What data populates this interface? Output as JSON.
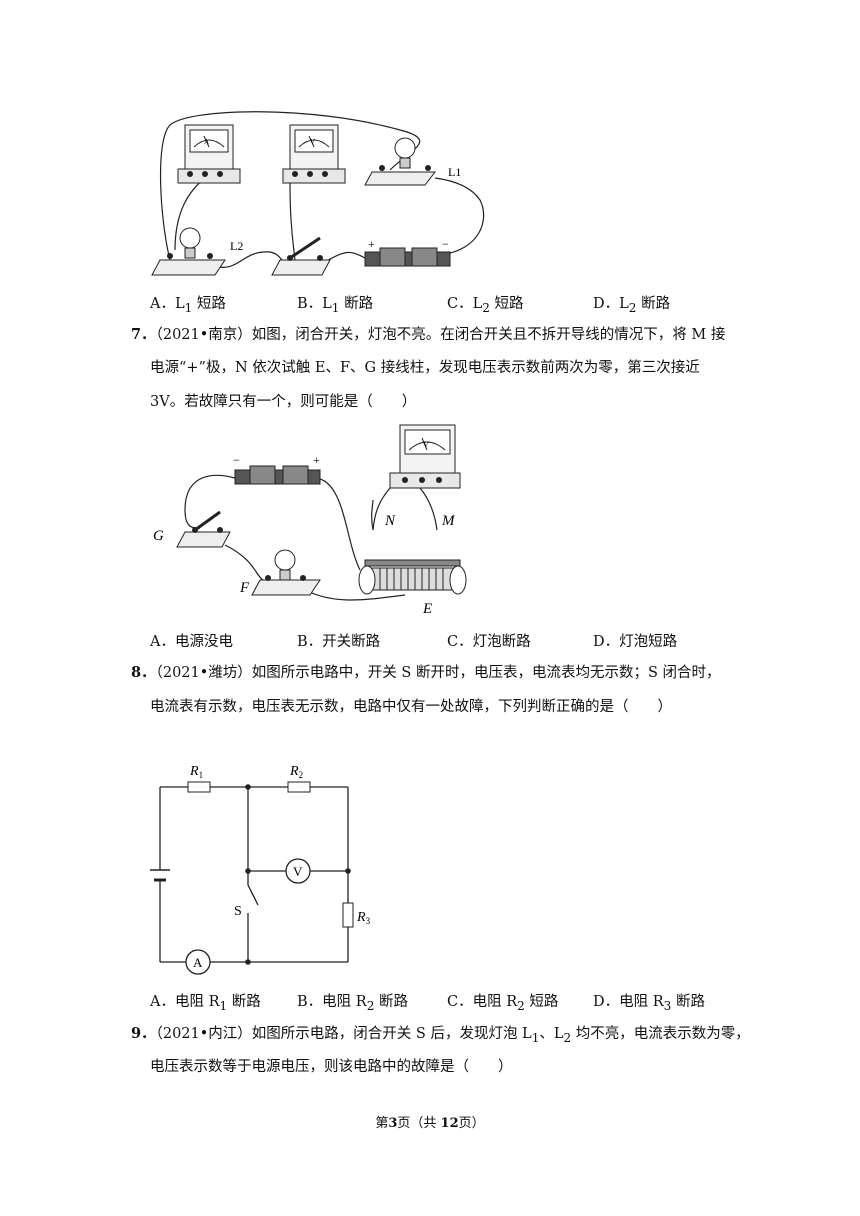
{
  "q6": {
    "figure_labels": {
      "L1": "L1",
      "L2": "L2",
      "ammeter": "A",
      "voltmeter": "V",
      "plus": "+",
      "minus": "−"
    },
    "options": [
      {
        "letter": "A．",
        "text_pre": "L",
        "sub": "1",
        "text_post": " 短路"
      },
      {
        "letter": "B．",
        "text_pre": "L",
        "sub": "1",
        "text_post": " 断路"
      },
      {
        "letter": "C．",
        "text_pre": "L",
        "sub": "2",
        "text_post": " 短路"
      },
      {
        "letter": "D．",
        "text_pre": "L",
        "sub": "2",
        "text_post": " 断路"
      }
    ]
  },
  "q7": {
    "number": "7．",
    "line1": "（2021•南京）如图，闭合开关，灯泡不亮。在闭合开关且不拆开导线的情况下，将 M 接",
    "line2": "电源“+”极，N 依次试触 E、F、G 接线柱，发现电压表示数前两次为零，第三次接近",
    "line3": "3V。若故障只有一个，则可能是（　　）",
    "figure_labels": {
      "G": "G",
      "F": "F",
      "E": "E",
      "N": "N",
      "M": "M",
      "V": "V",
      "plus": "+",
      "minus": "−"
    },
    "options": [
      {
        "letter": "A．",
        "text": "电源没电"
      },
      {
        "letter": "B．",
        "text": "开关断路"
      },
      {
        "letter": "C．",
        "text": "灯泡断路"
      },
      {
        "letter": "D．",
        "text": "灯泡短路"
      }
    ]
  },
  "q8": {
    "number": "8．",
    "line1": "（2021•潍坊）如图所示电路中，开关 S 断开时，电压表，电流表均无示数；S 闭合时，",
    "line2": "电流表有示数，电压表无示数，电路中仅有一处故障，下列判断正确的是（　　）",
    "figure_labels": {
      "R1": "R",
      "R1_sub": "1",
      "R2": "R",
      "R2_sub": "2",
      "R3": "R",
      "R3_sub": "3",
      "S": "S",
      "V": "V",
      "A": "A"
    },
    "options": [
      {
        "letter": "A．",
        "text_pre": "电阻 R",
        "sub": "1",
        "text_post": " 断路"
      },
      {
        "letter": "B．",
        "text_pre": "电阻 R",
        "sub": "2",
        "text_post": " 断路"
      },
      {
        "letter": "C．",
        "text_pre": "电阻 R",
        "sub": "2",
        "text_post": " 短路"
      },
      {
        "letter": "D．",
        "text_pre": "电阻 R",
        "sub": "3",
        "text_post": " 断路"
      }
    ]
  },
  "q9": {
    "number": "9．",
    "line1_pre": "（2021•内江）如图所示电路，闭合开关 S 后，发现灯泡 L",
    "line1_sub1": "1",
    "line1_mid": "、L",
    "line1_sub2": "2",
    "line1_post": " 均不亮，电流表示数为零，",
    "line2": "电压表示数等于电源电压，则该电路中的故障是（　　）"
  },
  "footer": {
    "pre": "第",
    "page": "3",
    "mid": "页（共 ",
    "total": "12",
    "post": "页）"
  }
}
